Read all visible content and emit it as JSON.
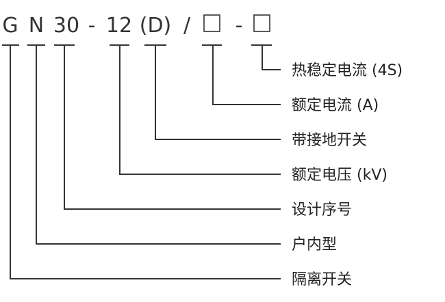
{
  "code": {
    "segments": [
      {
        "id": "g",
        "text": "G"
      },
      {
        "id": "n",
        "text": "N"
      },
      {
        "id": "num30",
        "text": "30"
      },
      {
        "id": "dash1",
        "text": "-"
      },
      {
        "id": "num12",
        "text": "12"
      },
      {
        "id": "d",
        "text": "(D)"
      },
      {
        "id": "slash",
        "text": "/"
      },
      {
        "id": "box1",
        "text": ""
      },
      {
        "id": "dash2",
        "text": "-"
      },
      {
        "id": "box2",
        "text": ""
      }
    ]
  },
  "labels": [
    {
      "id": "thermal-current",
      "text": "热稳定电流 (4S)"
    },
    {
      "id": "rated-current",
      "text": "额定电流 (A)"
    },
    {
      "id": "grounding-switch",
      "text": "带接地开关"
    },
    {
      "id": "rated-voltage",
      "text": "额定电压 (kV)"
    },
    {
      "id": "design-number",
      "text": "设计序号"
    },
    {
      "id": "indoor-type",
      "text": "户内型"
    },
    {
      "id": "disconnect-switch",
      "text": "隔离开关"
    }
  ]
}
